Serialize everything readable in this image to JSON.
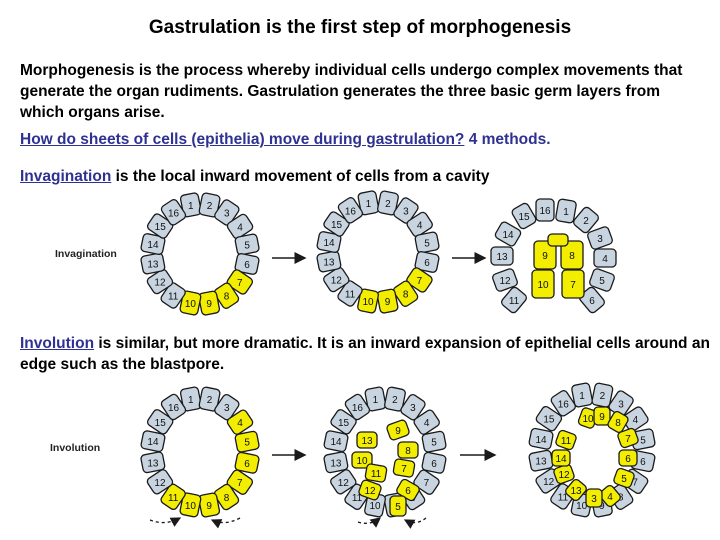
{
  "title": "Gastrulation is the first step of morphogenesis",
  "intro": "Morphogenesis is the process whereby individual cells undergo complex movements that generate the organ rudiments. Gastrulation generates the three basic germ layers from which organs arise.",
  "question": {
    "link": "How do sheets of cells (epithelia) move during gastrulation?",
    "rest": " 4 methods."
  },
  "invagination": {
    "term": "Invagination",
    "text": " is the local inward movement of cells from a cavity",
    "figure_label": "Invagination"
  },
  "involution": {
    "term": "Involution",
    "text": " is similar, but more dramatic. It is an inward expansion of epithelial cells around an edge such as the blastpore.",
    "figure_label": "Involution"
  },
  "colors": {
    "grey_cell": "#c8d5e1",
    "yellow_cell": "#f3ee00",
    "outline": "#1a1a1a",
    "link": "#2e3192"
  },
  "cell_numbers": [
    "1",
    "2",
    "3",
    "4",
    "5",
    "6",
    "7",
    "8",
    "9",
    "10",
    "11",
    "12",
    "13",
    "14",
    "15",
    "16"
  ]
}
